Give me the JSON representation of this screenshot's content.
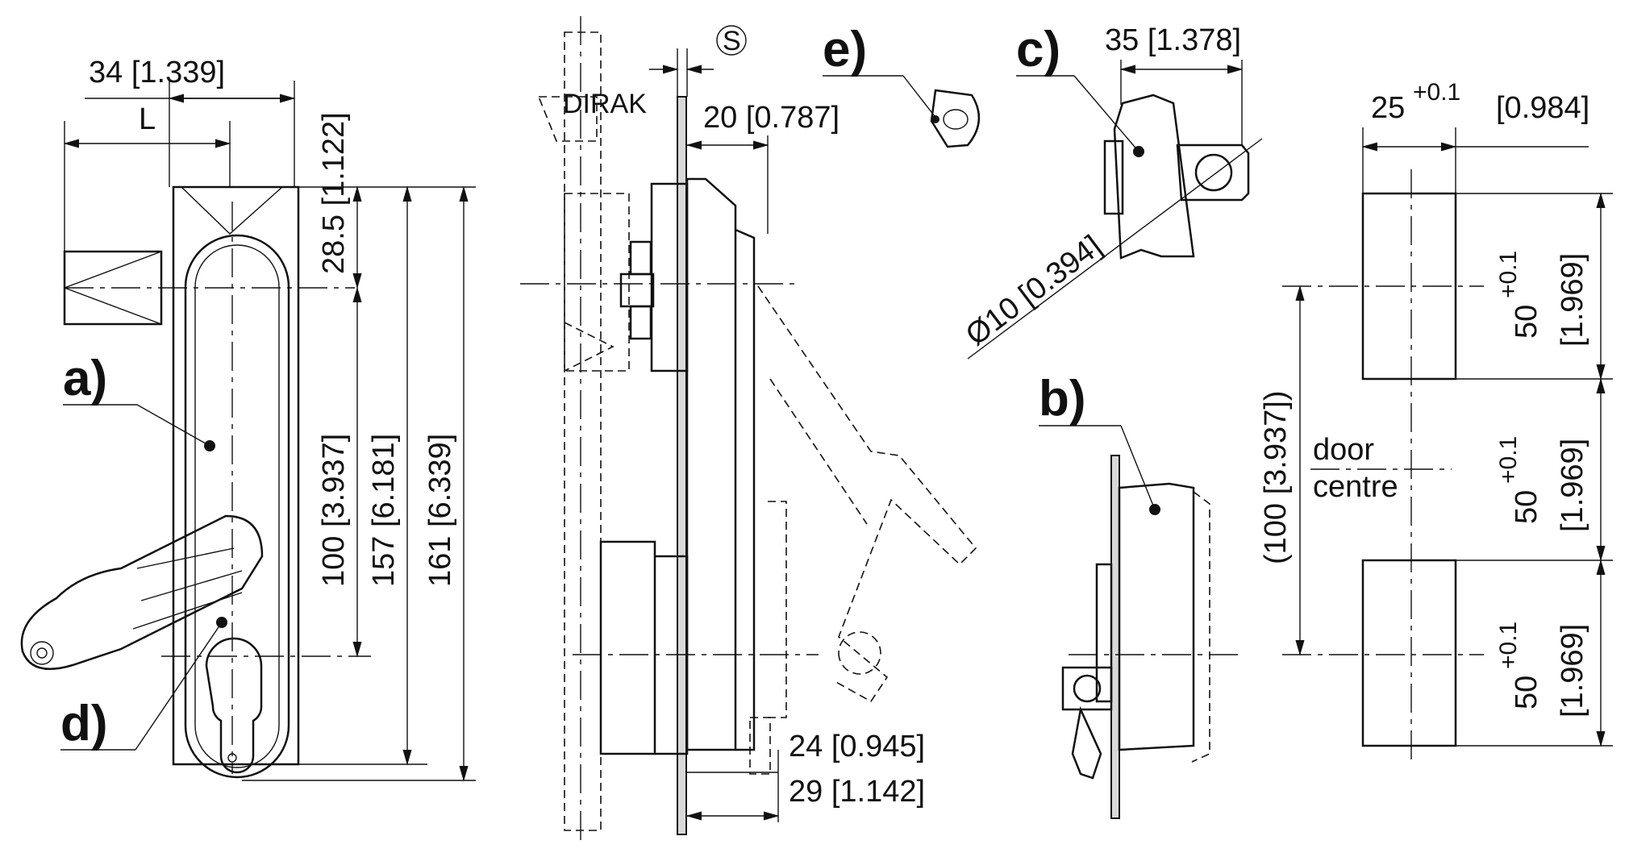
{
  "front_view": {
    "dim_width": "34 [1.339]",
    "dim_L": "L",
    "dim_top": "28.5 [1.122]",
    "dim_100": "100 [3.937]",
    "dim_157": "157 [6.181]",
    "dim_161": "161 [6.339]"
  },
  "side_view": {
    "dim_s": "S",
    "dim_20": "20 [0.787]",
    "dim_24": "24 [0.945]",
    "dim_29": "29 [1.142]",
    "brand_mark": "DIRAK"
  },
  "callouts": {
    "a": "a)",
    "b": "b)",
    "c": "c)",
    "d": "d)",
    "e": "e)"
  },
  "detail_c": {
    "dim_35": "35 [1.378]",
    "dim_dia": "Ø10 [0.394]"
  },
  "cutout": {
    "dim_width_base": "25",
    "dim_width_tol": "+0.1",
    "dim_width_inch": "[0.984]",
    "dim_height_base": "50",
    "dim_height_tol": "+0.1",
    "dim_height_inch": "[1.969]",
    "dim_pitch": "(100 [3.937])",
    "door_label": "door",
    "centre_label": "centre"
  }
}
